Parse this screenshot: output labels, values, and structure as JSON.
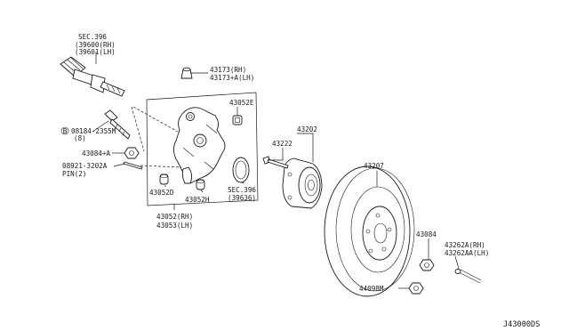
{
  "labels": {
    "sec396_top": "SEC.396",
    "p39600": "(39600(RH)",
    "p39601": "(39601(LH)",
    "p43173": "43173(RH)",
    "p43173a": "43173+A(LH)",
    "p43052e": "43052E",
    "p08184": "08184-2355M",
    "p08184_qty": "(8)",
    "p43084a": "43084+A",
    "p08921": "08921-3202A",
    "p_pin": "PIN(2)",
    "p43052d": "43052D",
    "p43052h": "43052H",
    "p43052": "43052(RH)",
    "p43053": "43053(LH)",
    "p43202": "43202",
    "p43222": "43222",
    "sec396_mid": "SEC.396",
    "p39636": "(39636)",
    "p43207": "43207",
    "p43084": "43084",
    "p43262a": "43262A(RH)",
    "p43262aa": "43262AA(LH)",
    "p44098m": "44098M",
    "diagram_id": "J43000DS"
  },
  "callout_symbol": "B"
}
